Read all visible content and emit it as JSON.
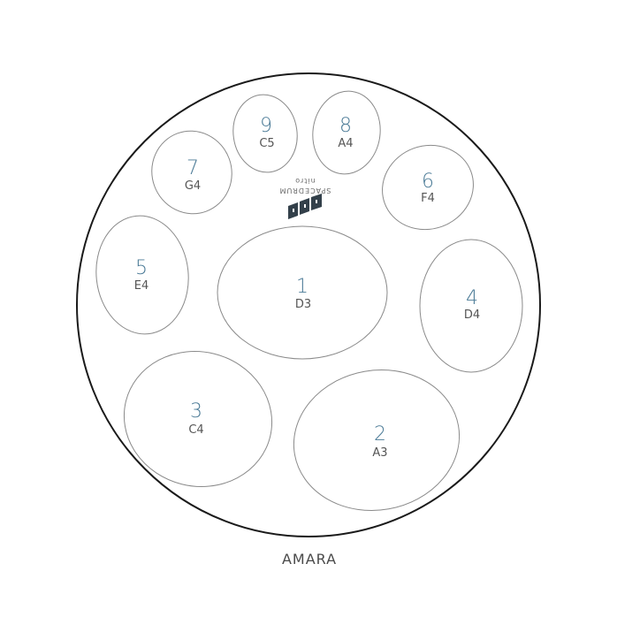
{
  "accent_color": "#4a7a96",
  "brand": {
    "name": "SPACEDRUM",
    "sub": "nitro",
    "logo": "spacedrum-logo"
  },
  "scale_name": "AMARA",
  "notes": [
    {
      "number": "1",
      "pitch": "D3"
    },
    {
      "number": "2",
      "pitch": "A3"
    },
    {
      "number": "3",
      "pitch": "C4"
    },
    {
      "number": "4",
      "pitch": "D4"
    },
    {
      "number": "5",
      "pitch": "E4"
    },
    {
      "number": "6",
      "pitch": "F4"
    },
    {
      "number": "7",
      "pitch": "G4"
    },
    {
      "number": "8",
      "pitch": "A4"
    },
    {
      "number": "9",
      "pitch": "C5"
    }
  ]
}
